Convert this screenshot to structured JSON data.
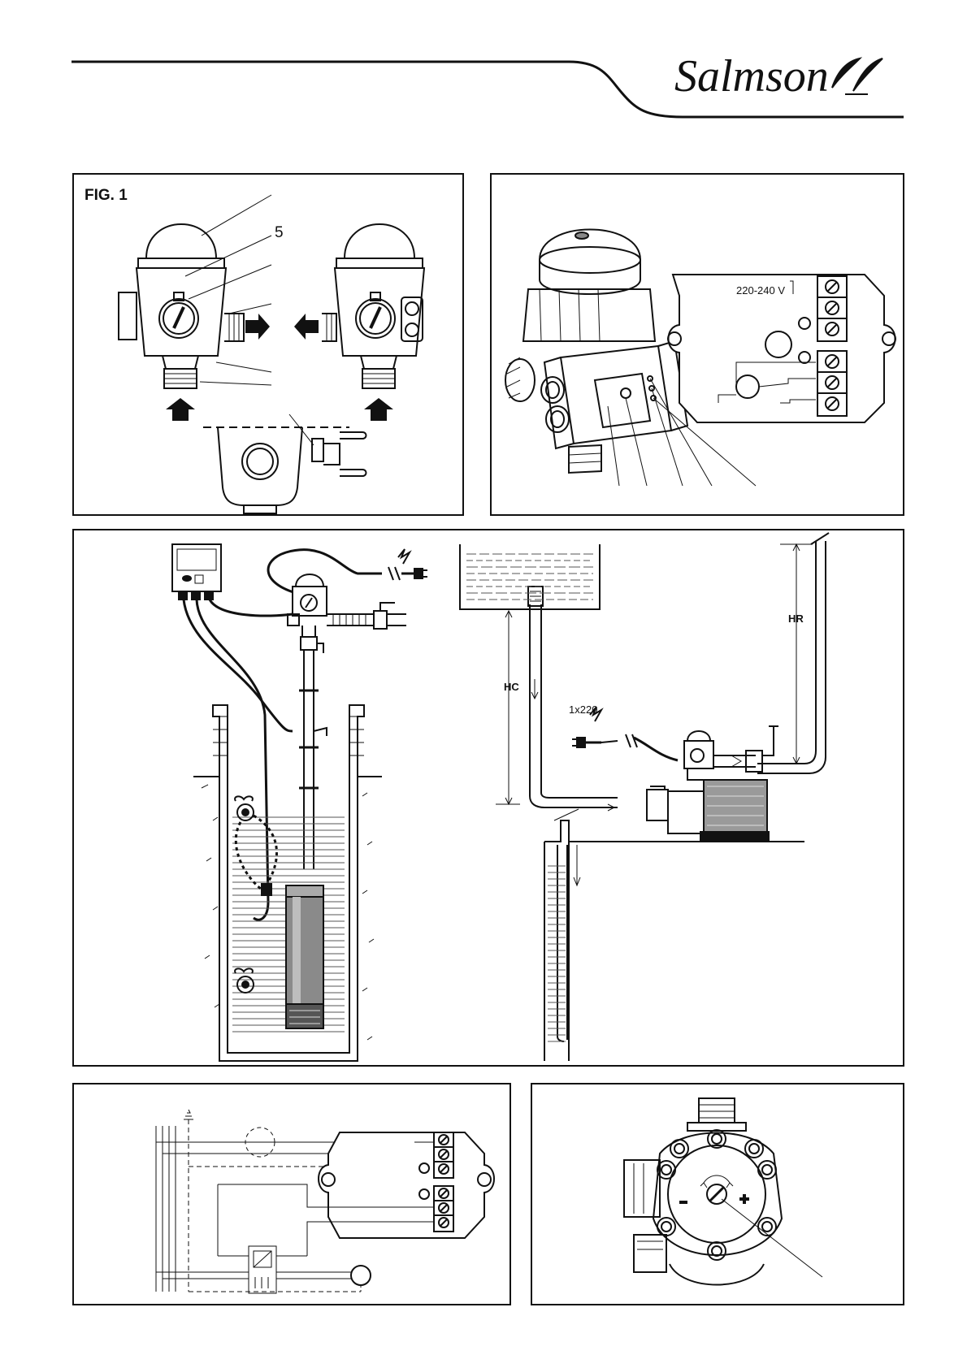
{
  "brand": {
    "name": "Salmson"
  },
  "fig1": {
    "title": "FIG. 1",
    "callout": "5"
  },
  "fig2": {
    "voltage": "220-240 V"
  },
  "fig3": {
    "label_hc": "HC",
    "label_hr": "HR",
    "label_supply": "1x220"
  },
  "colors": {
    "ink": "#111111",
    "paper": "#ffffff",
    "water": "#555555",
    "metal": "#8a8a8a"
  }
}
